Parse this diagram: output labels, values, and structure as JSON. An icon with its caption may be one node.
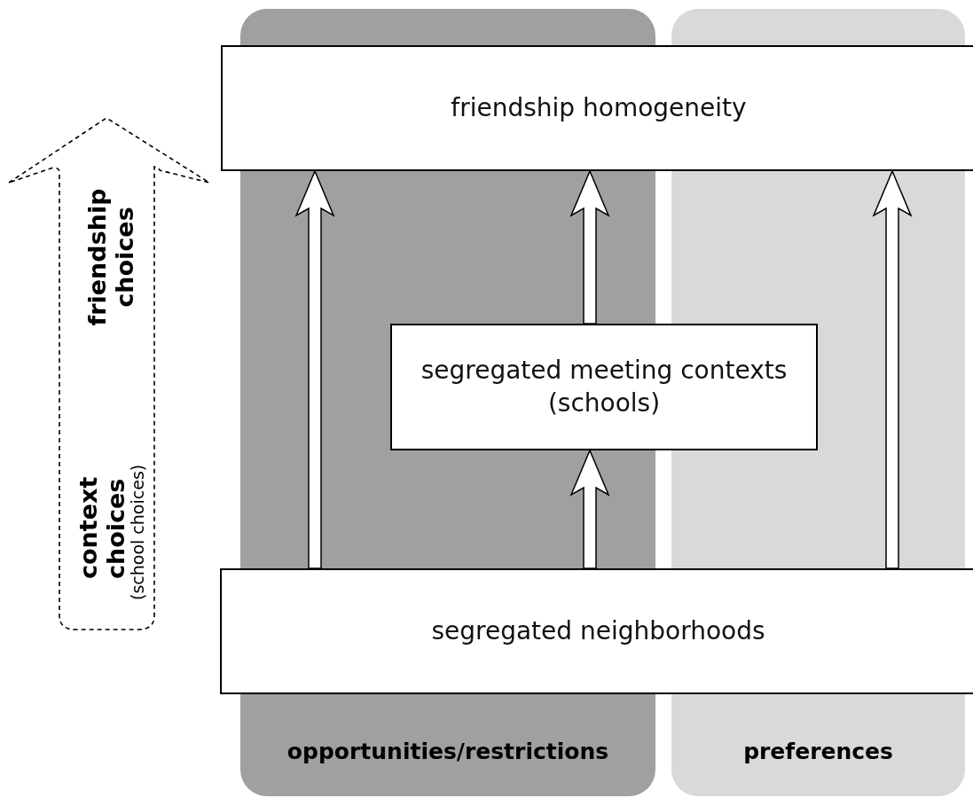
{
  "diagram": {
    "nodes": [
      {
        "text": [
          "friendship choices",
          "context choices",
          "(school choices)"
        ]
      },
      {
        "text": [
          "opportunities/restrictions"
        ]
      },
      {
        "text": [
          "preferences"
        ]
      },
      {
        "text": [
          "friendship homogeneity"
        ]
      },
      {
        "text": [
          "segregated meeting contexts (schools)"
        ]
      },
      {
        "text": [
          "segregated neighborhoods"
        ]
      }
    ],
    "edges": [
      {
        "from": 5,
        "to": 3,
        "arrow": "to"
      },
      {
        "from": 5,
        "to": 4,
        "arrow": "to"
      },
      {
        "from": 4,
        "to": 3,
        "arrow": "to"
      },
      {
        "from": 5,
        "to": 3,
        "arrow": "to"
      }
    ]
  }
}
